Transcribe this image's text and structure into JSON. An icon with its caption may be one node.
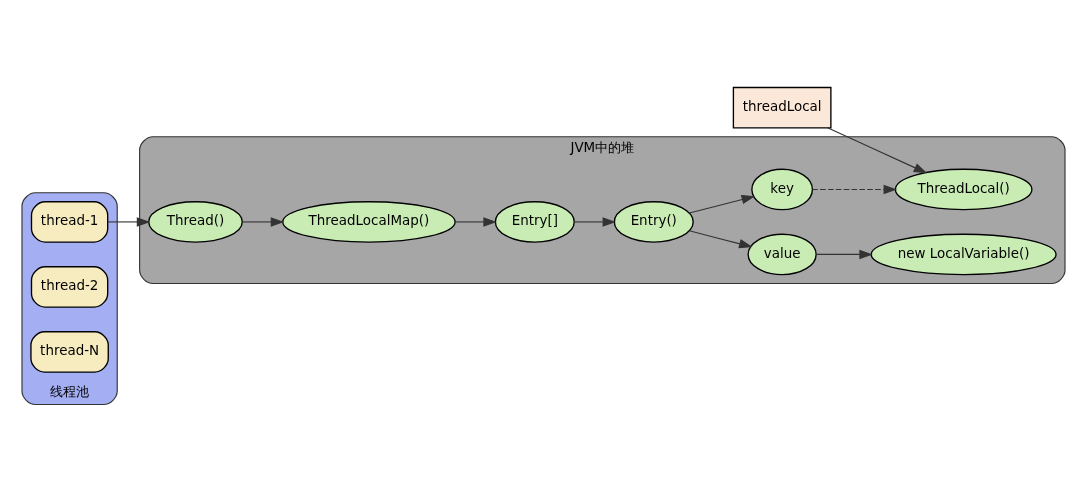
{
  "diagram": {
    "nodes": [
      {
        "text": [
          "threadLocal"
        ]
      },
      {
        "text": [
          "JVM中的堆"
        ]
      },
      {
        "text": [
          "ThreadLocal()"
        ],
        "in": 1
      },
      {
        "text": [
          "key"
        ],
        "in": 1
      },
      {
        "text": [
          "new LocalVariable()"
        ],
        "in": 1
      },
      {
        "text": [
          "Thread()"
        ],
        "in": 1
      },
      {
        "text": [
          "Entry[]"
        ],
        "in": 1
      },
      {
        "text": [
          "value"
        ],
        "in": 1
      },
      {
        "text": [
          "ThreadLocalMap()"
        ],
        "in": 1
      },
      {
        "text": [
          "Entry()"
        ],
        "in": 1
      },
      {
        "text": [
          "线程池"
        ]
      },
      {
        "text": [
          "thread-1"
        ],
        "in": 10
      },
      {
        "text": [
          "thread-2"
        ],
        "in": 10
      },
      {
        "text": [
          "thread-N"
        ],
        "in": 10
      }
    ],
    "edges": [
      {
        "from": 0,
        "to": 2,
        "arrow": "to"
      },
      {
        "from": 3,
        "to": 2,
        "arrow": "to",
        "style": "dashed"
      },
      {
        "from": 11,
        "to": 5,
        "arrow": "to"
      },
      {
        "from": 5,
        "to": 8,
        "arrow": "to"
      },
      {
        "from": 8,
        "to": 6,
        "arrow": "to"
      },
      {
        "from": 6,
        "to": 9,
        "arrow": "to"
      },
      {
        "from": 9,
        "to": 3,
        "arrow": "to"
      },
      {
        "from": 9,
        "to": 7,
        "arrow": "to"
      },
      {
        "from": 7,
        "to": 4,
        "arrow": "to"
      }
    ]
  }
}
